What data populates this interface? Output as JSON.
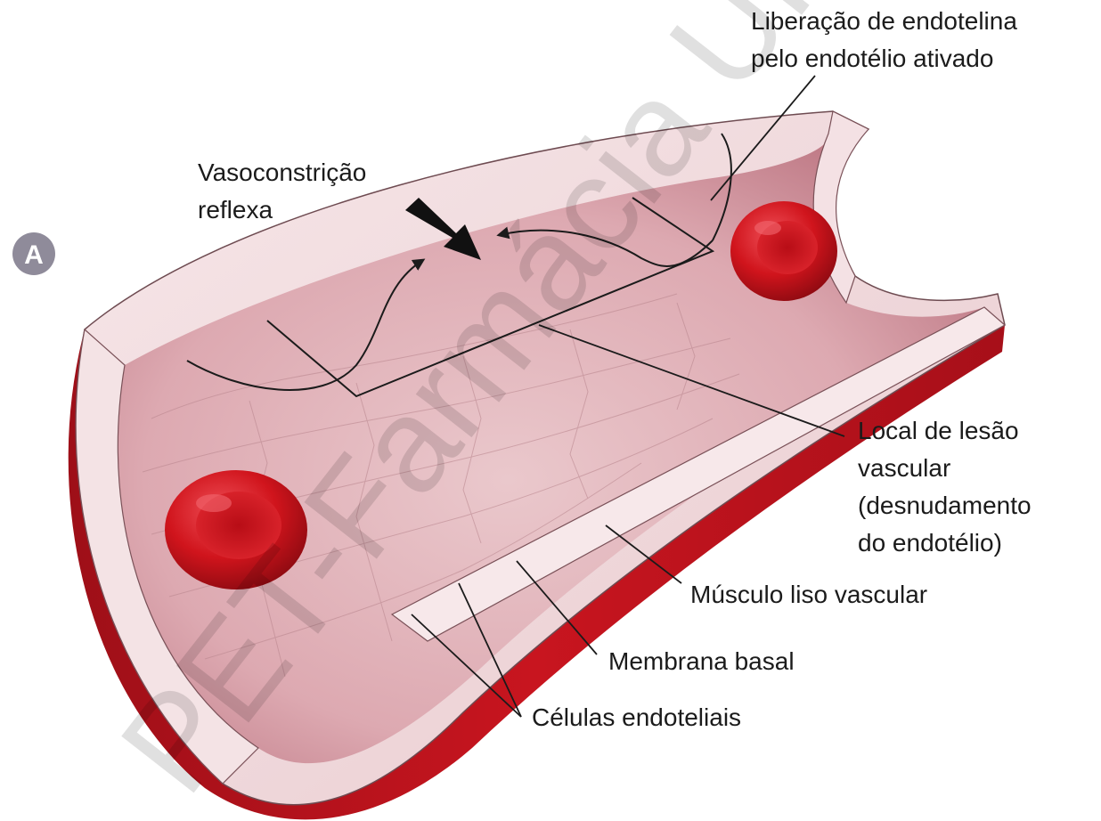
{
  "panel_label": "A",
  "watermark": "PET-Farmácia UFPI",
  "labels": {
    "endothelin_line1": "Liberação de endotelina",
    "endothelin_line2": "pelo endotélio ativado",
    "vasoconstriction_line1": "Vasoconstrição",
    "vasoconstriction_line2": "reflexa",
    "lesion_line1": "Local de lesão",
    "lesion_line2": "vascular",
    "lesion_line3": "(desnudamento",
    "lesion_line4": "do endotélio)",
    "smooth_muscle": "Músculo liso vascular",
    "basal_membrane": "Membrana basal",
    "endothelial_cells": "Células endoteliais"
  },
  "colors": {
    "vessel_wall": "#f2dde0",
    "lumen_inner": "#e7bcc2",
    "lumen_shadow": "#b9737f",
    "outer_red": "#c0141e",
    "red_cell": "#d1151c",
    "red_cell_highlight": "#e94048",
    "badge": "#8f8b9a"
  }
}
